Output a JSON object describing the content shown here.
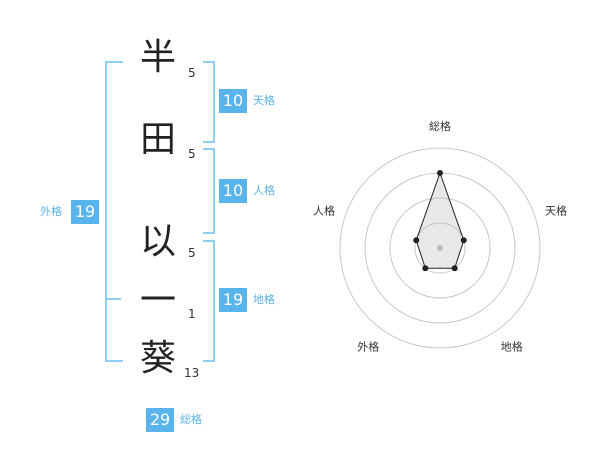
{
  "name": {
    "chars": [
      {
        "char": "半",
        "strokes": "5"
      },
      {
        "char": "田",
        "strokes": "5"
      },
      {
        "char": "以",
        "strokes": "5"
      },
      {
        "char": "一",
        "strokes": "1"
      },
      {
        "char": "葵",
        "strokes": "13"
      }
    ]
  },
  "fortune": {
    "tenkaku": {
      "value": "10",
      "label": "天格"
    },
    "jinkaku": {
      "value": "10",
      "label": "人格"
    },
    "chikaku": {
      "value": "19",
      "label": "地格"
    },
    "gaikaku": {
      "value": "19",
      "label": "外格"
    },
    "soukaku": {
      "value": "29",
      "label": "総格"
    }
  },
  "radar": {
    "axes": [
      "総格",
      "天格",
      "地格",
      "外格",
      "人格"
    ],
    "levels": 4,
    "values": [
      3,
      1,
      1,
      1,
      1
    ],
    "max": 4
  }
}
